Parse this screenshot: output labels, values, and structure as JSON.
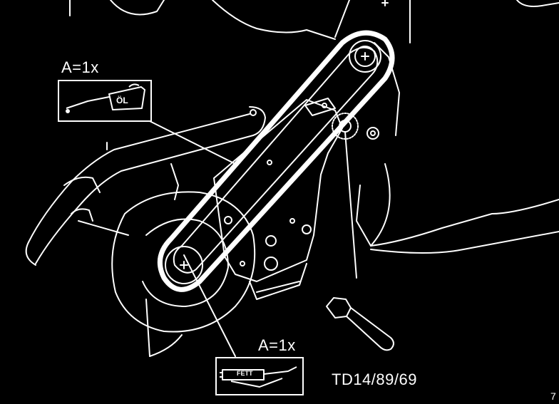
{
  "oil_callout": {
    "quantity": "A=1x",
    "icon_text": "ÖL",
    "icon": "oil-can-icon"
  },
  "grease_callout": {
    "quantity": "A=1x",
    "icon_text": "FETT",
    "icon": "grease-gun-icon"
  },
  "drawing_ref": "TD14/89/69",
  "corner_mark": "7",
  "colors": {
    "background": "#000000",
    "lines": "#ffffff"
  }
}
